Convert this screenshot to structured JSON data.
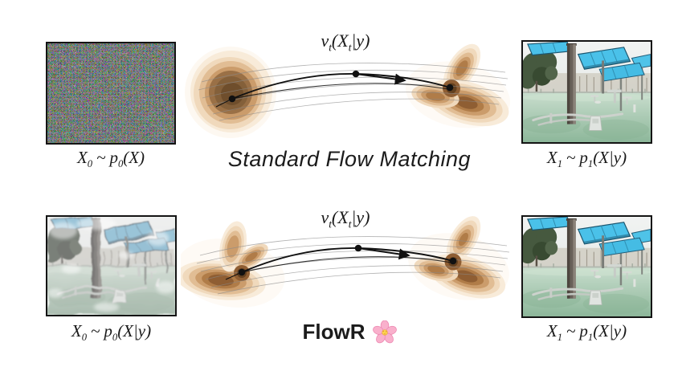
{
  "figure": {
    "background": "#ffffff",
    "rows": [
      {
        "name": "standard-flow-matching",
        "method_label": "Standard Flow Matching",
        "velocity": {
          "alt": "v_t(X_t|y)",
          "v": "v",
          "vsub": "t",
          "open": "(X",
          "xsub": "t",
          "close": "|y)"
        },
        "source_caption": {
          "alt": "X_0 ~ p_0(X)",
          "x": "X",
          "xsub": "0",
          "sim": "~",
          "p": "p",
          "psub": "0",
          "arg": "(X)"
        },
        "target_caption": {
          "alt": "X_1 ~ p_1(X|y)",
          "x": "X",
          "xsub": "1",
          "sim": "~",
          "p": "p",
          "psub": "1",
          "arg": "(X|y)"
        },
        "source_image": "rgb-noise",
        "target_image": "park-photo"
      },
      {
        "name": "flowr",
        "method_label": "FlowR",
        "method_icon": "cherry-blossom",
        "velocity": {
          "alt": "v_t(X_t|y)",
          "v": "v",
          "vsub": "t",
          "open": "(X",
          "xsub": "t",
          "close": "|y)"
        },
        "source_caption": {
          "alt": "X_0 ~ p_0(X|y)",
          "x": "X",
          "xsub": "0",
          "sim": "~",
          "p": "p",
          "psub": "0",
          "arg": "(X|y)"
        },
        "target_caption": {
          "alt": "X_1 ~ p_1(X|y)",
          "x": "X",
          "xsub": "1",
          "sim": "~",
          "p": "p",
          "psub": "1",
          "arg": "(X|y)"
        },
        "source_image": "degraded-render",
        "target_image": "park-photo"
      }
    ],
    "palette": {
      "contour_lightest": "#fdf7ef",
      "contour_light": "#f8ebd9",
      "contour_mid": "#cb9c6b",
      "contour_dark": "#8f5e33",
      "contour_core": "#63401f",
      "flow_line_gray": "#8a8a8a",
      "trajectory_black": "#111111",
      "canopy_blue": "#4ac1e9",
      "ground_green": "#9cc2a8",
      "text_color": "#1b1b1b"
    }
  }
}
